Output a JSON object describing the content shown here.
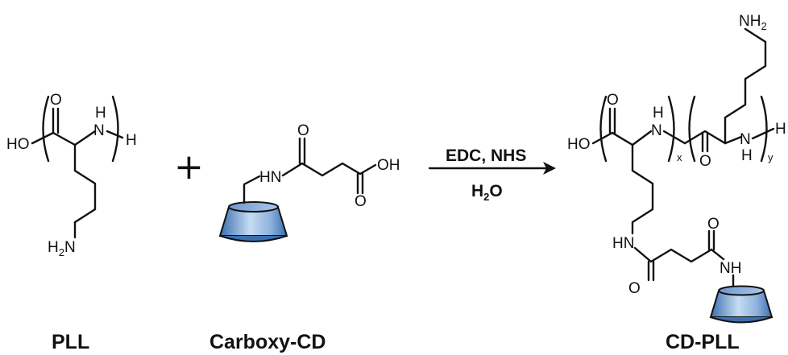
{
  "labels": {
    "pll": "PLL",
    "carboxy_cd": "Carboxy-CD",
    "cd_pll": "CD-PLL"
  },
  "reaction": {
    "reagents": "EDC, NHS",
    "solvent_main": "H",
    "solvent_sub": "2",
    "solvent_tail": "O",
    "plus": "+"
  },
  "atoms": {
    "HO": "HO",
    "O": "O",
    "H": "H",
    "N": "N",
    "NH": "NH",
    "HN": "HN",
    "OH": "OH",
    "NH2_main": "NH",
    "NH2_sub": "2",
    "H2N_main": "H",
    "H2N_sub": "2",
    "H2N_tail": "N",
    "x": "x",
    "y": "y"
  },
  "colors": {
    "cd_fill_dark": "#3a6fb0",
    "cd_fill_light": "#b9d2ee",
    "stroke": "#111111"
  },
  "icons": [
    "cyclodextrin-cone-icon",
    "reaction-arrow-icon"
  ]
}
